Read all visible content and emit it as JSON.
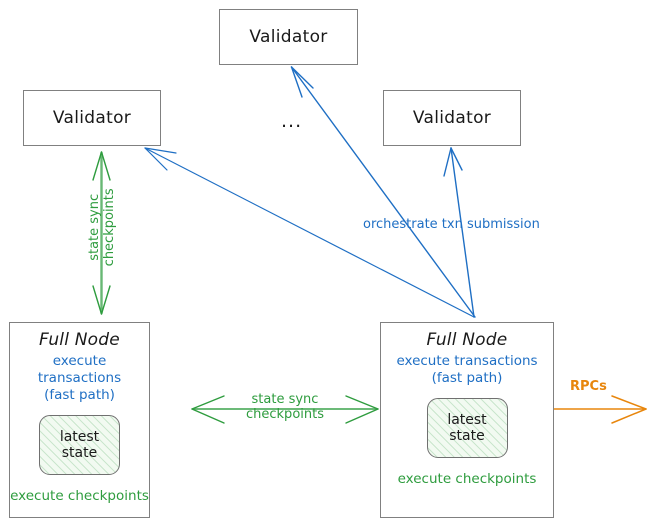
{
  "diagram": {
    "title": "Sui Full Node / Validator topology",
    "colors": {
      "blue": "#1f6fc4",
      "green": "#2e9c3e",
      "orange": "#e8860c",
      "box_border": "#808080",
      "text": "#1a1a1a",
      "chip_fill": "#f2faf1"
    }
  },
  "nodes": {
    "validator_top": {
      "label": "Validator"
    },
    "validator_left": {
      "label": "Validator"
    },
    "validator_right": {
      "label": "Validator"
    },
    "ellipsis": {
      "label": "..."
    },
    "fullnode_left": {
      "title": "Full Node",
      "exec_line1": "execute transactions",
      "exec_line2": "(fast path)",
      "state_line1": "latest",
      "state_line2": "state",
      "checkpoints": "execute checkpoints"
    },
    "fullnode_right": {
      "title": "Full Node",
      "exec_line1": "execute transactions",
      "exec_line2": "(fast path)",
      "state_line1": "latest",
      "state_line2": "state",
      "checkpoints": "execute checkpoints"
    }
  },
  "edges": {
    "state_sync_vertical": {
      "line1": "state sync",
      "line2": "checkpoints"
    },
    "state_sync_horizontal": {
      "line1": "state sync",
      "line2": "checkpoints"
    },
    "orchestrate": {
      "label": "orchestrate txn submission"
    },
    "rpcs": {
      "label": "RPCs"
    }
  }
}
